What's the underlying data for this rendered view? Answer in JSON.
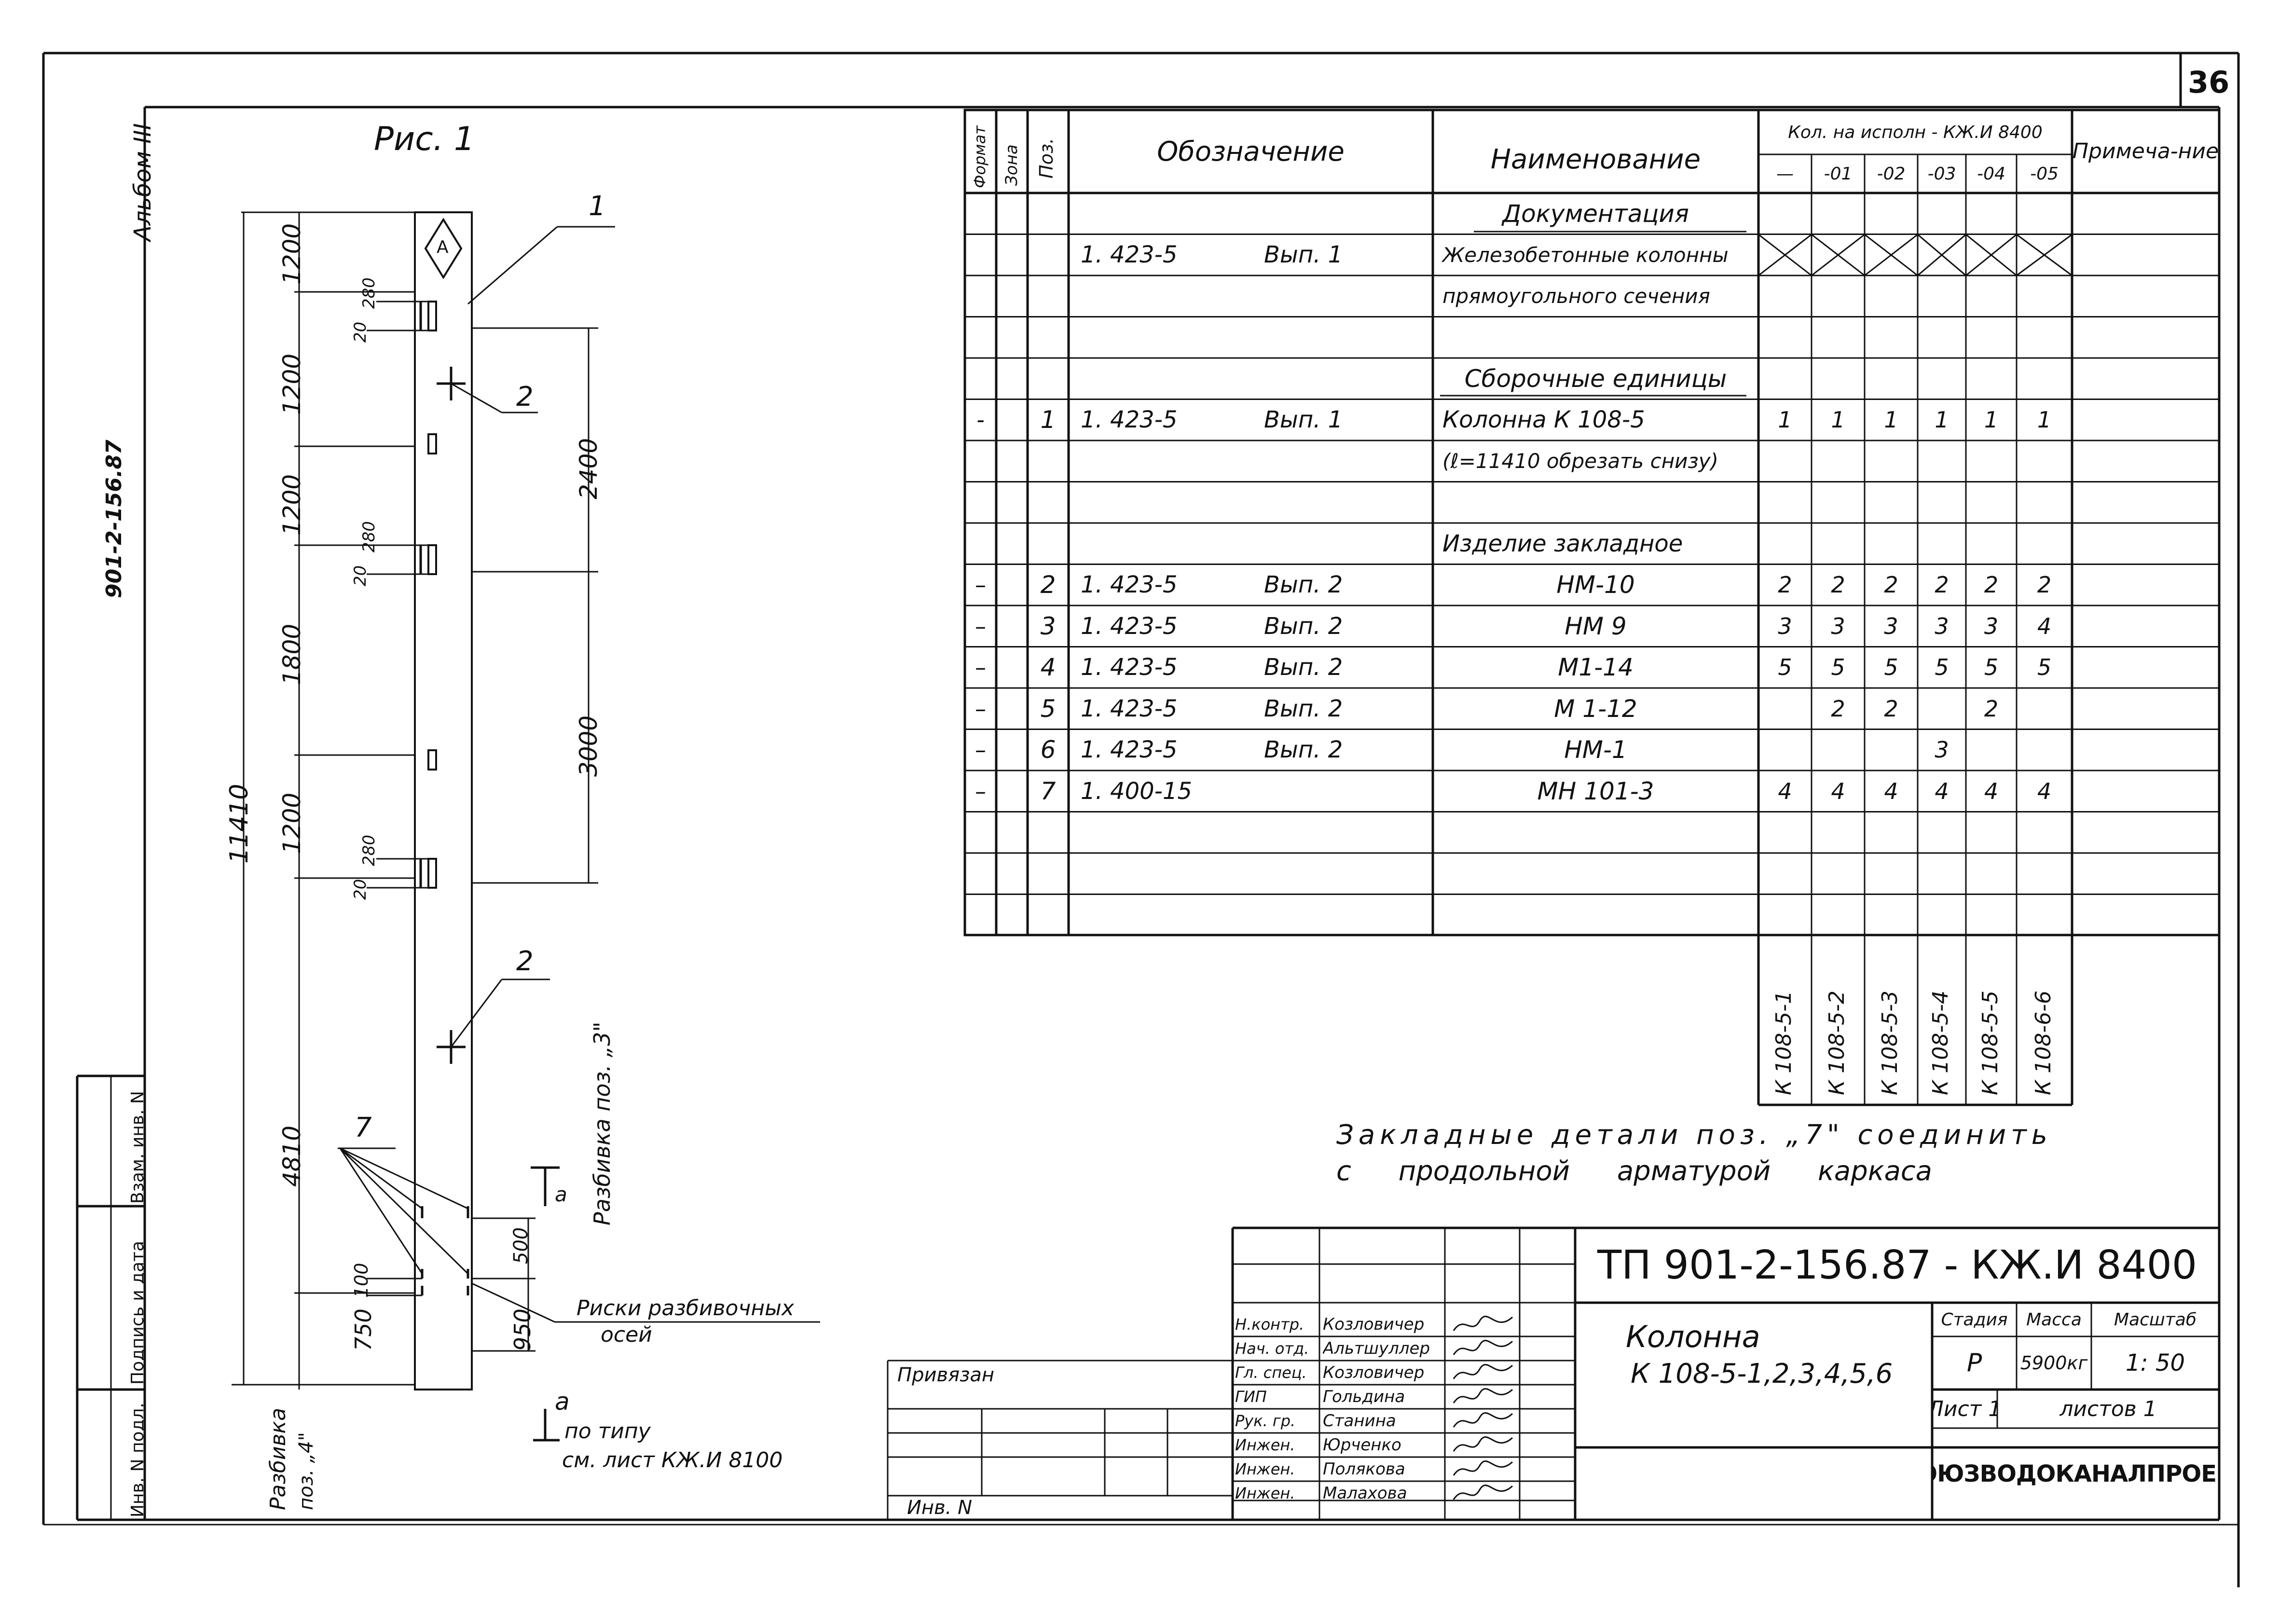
{
  "sheet_number": "36",
  "album_label": "Альбом III",
  "side_code": "901-2-156.87",
  "figure_title": "Рис. 1",
  "elevation": {
    "grid_marker": "А",
    "total_length": "11410",
    "left_dims": [
      "1200",
      "1200",
      "1200",
      "1800",
      "1200",
      "4810",
      "750"
    ],
    "right_dims": [
      "2400",
      "3000"
    ],
    "small_dims": [
      "280",
      "20",
      "280",
      "20",
      "280",
      "20",
      "100",
      "500",
      "950"
    ],
    "callouts": [
      "1",
      "2",
      "2",
      "7"
    ],
    "layout_note_3": "Разбивка поз. „3\"",
    "layout_note_4_line1": "Разбивка",
    "layout_note_4_line2": "поз. „4\"",
    "section_label": "а",
    "section_label_bottom": "а",
    "section_note_line1": "по типу",
    "section_note_line2": "см. лист КЖ.И 8100",
    "axis_ticks_line1": "Риски разбивочных",
    "axis_ticks_line2": "осей"
  },
  "spec": {
    "headers": {
      "format": "Формат",
      "zone": "Зона",
      "pos": "Поз.",
      "designation": "Обозначение",
      "name": "Наименование",
      "qty_title": "Кол. на исполн - КЖ.И 8400",
      "variants": [
        "—",
        "-01",
        "-02",
        "-03",
        "-04",
        "-05"
      ],
      "note": "Примеча-ние"
    },
    "rows": [
      {
        "format": "",
        "pos": "",
        "designation": "",
        "issue": "",
        "name": "Документация",
        "name_style": "section",
        "qty": [
          "",
          "",
          "",
          "",
          "",
          ""
        ]
      },
      {
        "format": "",
        "pos": "",
        "designation": "1. 423-5",
        "issue": "Вып. 1",
        "name": "Железобетонные колонны",
        "name_style": "",
        "qty": [
          "",
          "",
          "",
          "",
          "",
          ""
        ],
        "crossed": true
      },
      {
        "format": "",
        "pos": "",
        "designation": "",
        "issue": "",
        "name": "прямоугольного сечения",
        "name_style": "",
        "qty": [
          "",
          "",
          "",
          "",
          "",
          ""
        ]
      },
      {
        "format": "",
        "pos": "",
        "designation": "",
        "issue": "",
        "name": "",
        "name_style": "",
        "qty": [
          "",
          "",
          "",
          "",
          "",
          ""
        ]
      },
      {
        "format": "",
        "pos": "",
        "designation": "",
        "issue": "",
        "name": "Сборочные единицы",
        "name_style": "section",
        "qty": [
          "",
          "",
          "",
          "",
          "",
          ""
        ]
      },
      {
        "format": "-",
        "pos": "1",
        "designation": "1. 423-5",
        "issue": "Вып. 1",
        "name": "Колонна К 108-5",
        "name_style": "",
        "qty": [
          "1",
          "1",
          "1",
          "1",
          "1",
          "1"
        ]
      },
      {
        "format": "",
        "pos": "",
        "designation": "",
        "issue": "",
        "name": "(ℓ=11410 обрезать снизу)",
        "name_style": "small",
        "qty": [
          "",
          "",
          "",
          "",
          "",
          ""
        ]
      },
      {
        "format": "",
        "pos": "",
        "designation": "",
        "issue": "",
        "name": "",
        "name_style": "",
        "qty": [
          "",
          "",
          "",
          "",
          "",
          ""
        ]
      },
      {
        "format": "",
        "pos": "",
        "designation": "",
        "issue": "",
        "name": "Изделие закладное",
        "name_style": "",
        "qty": [
          "",
          "",
          "",
          "",
          "",
          ""
        ]
      },
      {
        "format": "–",
        "pos": "2",
        "designation": "1. 423-5",
        "issue": "Вып. 2",
        "name": "НМ-10",
        "name_style": "center",
        "qty": [
          "2",
          "2",
          "2",
          "2",
          "2",
          "2"
        ]
      },
      {
        "format": "–",
        "pos": "3",
        "designation": "1. 423-5",
        "issue": "Вып. 2",
        "name": "НМ 9",
        "name_style": "center",
        "qty": [
          "3",
          "3",
          "3",
          "3",
          "3",
          "4"
        ]
      },
      {
        "format": "–",
        "pos": "4",
        "designation": "1. 423-5",
        "issue": "Вып. 2",
        "name": "М1-14",
        "name_style": "center",
        "qty": [
          "5",
          "5",
          "5",
          "5",
          "5",
          "5"
        ]
      },
      {
        "format": "–",
        "pos": "5",
        "designation": "1. 423-5",
        "issue": "Вып. 2",
        "name": "М 1-12",
        "name_style": "center",
        "qty": [
          "",
          "2",
          "2",
          "",
          "2",
          ""
        ]
      },
      {
        "format": "–",
        "pos": "6",
        "designation": "1. 423-5",
        "issue": "Вып. 2",
        "name": "НМ-1",
        "name_style": "center",
        "qty": [
          "",
          "",
          "",
          "3",
          "",
          ""
        ]
      },
      {
        "format": "–",
        "pos": "7",
        "designation": "1. 400-15",
        "issue": "",
        "name": "МН 101-3",
        "name_style": "center",
        "qty": [
          "4",
          "4",
          "4",
          "4",
          "4",
          "4"
        ]
      },
      {
        "format": "",
        "pos": "",
        "designation": "",
        "issue": "",
        "name": "",
        "name_style": "",
        "qty": [
          "",
          "",
          "",
          "",
          "",
          ""
        ]
      },
      {
        "format": "",
        "pos": "",
        "designation": "",
        "issue": "",
        "name": "",
        "name_style": "",
        "qty": [
          "",
          "",
          "",
          "",
          "",
          ""
        ]
      },
      {
        "format": "",
        "pos": "",
        "designation": "",
        "issue": "",
        "name": "",
        "name_style": "",
        "qty": [
          "",
          "",
          "",
          "",
          "",
          ""
        ]
      }
    ],
    "marks": [
      "К 108-5-1",
      "К 108-5-2",
      "К 108-5-3",
      "К 108-5-4",
      "К 108-5-5",
      "К 108-6-6"
    ]
  },
  "note_line1": "Закладные детали поз. „7\" соединить",
  "note_line2": "с продольной арматурой каркаса",
  "title_block": {
    "code": "ТП 901-2-156.87 - КЖ.И 8400",
    "object_line1": "Колонна",
    "object_line2": "К 108-5-1,2,3,4,5,6",
    "stage_label": "Стадия",
    "mass_label": "Масса",
    "scale_label": "Масштаб",
    "stage_value": "Р",
    "mass_value": "5900кг",
    "scale_value": "1: 50",
    "sheet_label": "Лист 1",
    "sheets_label": "листов 1",
    "organization": "СОЮЗВОДОКАНАЛПРОЕКТ",
    "bound_label": "Привязан",
    "inv_label": "Инв. N",
    "staff": [
      {
        "role": "Н.контр.",
        "name": "Козловичер"
      },
      {
        "role": "Нач. отд.",
        "name": "Альтшуллер"
      },
      {
        "role": "Гл. спец.",
        "name": "Козловичер"
      },
      {
        "role": "ГИП",
        "name": "Гольдина"
      },
      {
        "role": "Рук. гр.",
        "name": "Станина"
      },
      {
        "role": "Инжен.",
        "name": "Юрченко"
      },
      {
        "role": "Инжен.",
        "name": "Полякова"
      },
      {
        "role": "Инжен.",
        "name": "Малахова"
      }
    ]
  },
  "left_strip": [
    "Инв. N подл.",
    "Подпись и дата",
    "Взам. инв. N"
  ]
}
